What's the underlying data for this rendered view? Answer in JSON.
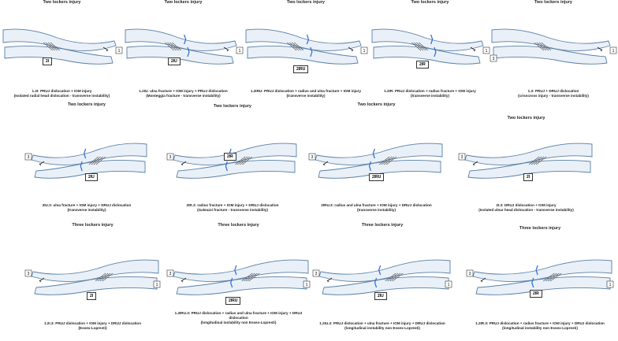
{
  "colors": {
    "bone_fill": "#e9f0f8",
    "bone_stroke": "#5b7fa6",
    "injury_blue": "#2e6fd1",
    "membrane": "#444444",
    "text": "#222222"
  },
  "panels": [
    {
      "title": "Two lockers injury",
      "code": "2I",
      "side": "1",
      "caption1": "1.2I: PRUJ dislocation + IOM injury",
      "caption2": "(Isolated radial head dislocation - transverse instability)",
      "caption3": ""
    },
    {
      "title": "Two lockers injury",
      "code": "2IU",
      "side": "1",
      "caption1": "1.2IU: ulna fracture + IOM injury + PRUJ dislocation",
      "caption2": "(Monteggia fracture - transverse instability)",
      "caption3": ""
    },
    {
      "title": "Two lockers injury",
      "code": "2IRU",
      "side": "1",
      "caption1": "1.2IRU: PRUJ dislocation + radius and ulna fracture + IOM injury",
      "caption2": "(transverse instability)",
      "caption3": ""
    },
    {
      "title": "Two lockers injury",
      "code": "2IR",
      "side": "1",
      "caption1": "1.2IR: PRUJ dislocation + radius fracture + IOM injury",
      "caption2": "(transverse instability)",
      "caption3": ""
    },
    {
      "title": "Two lockers injury",
      "code": "",
      "side": "1",
      "side2": "3",
      "caption1": "1.3: PRUJ + DRUJ dislocation",
      "caption2": "(crisscross injury - transverse instability)",
      "caption3": ""
    },
    {
      "title": "Two lockers injury",
      "code": "2IU",
      "side": "3",
      "caption1": "2IU.3: ulna fracture + IOM injury + DRUJ dislocation",
      "caption2": "(transverse instability)",
      "caption3": ""
    },
    {
      "title": "Two lockers injury",
      "code": "2IR",
      "side": "3",
      "caption1": "2IR.3: radius fracture + IOM injury + DRUJ dislocation",
      "caption2": "(Galeazzi fracture - transverse instability)",
      "caption3": ""
    },
    {
      "title": "Two lockers injury",
      "code": "2IRU",
      "side": "3",
      "caption1": "2IRU.3: radius and ulna fracture + IOM injury + DRUJ dislocation",
      "caption2": "(transverse instability)",
      "caption3": ""
    },
    {
      "title": "Two lockers injury",
      "code": "2I",
      "side": "3",
      "caption1": "2I.3: DRUJ dislocation + IOM injury",
      "caption2": "(Isolated ulnar head dislocation - transverse instability)",
      "caption3": ""
    },
    {
      "title": "Three lockers injury",
      "code": "2I",
      "side": "3",
      "side2": "1",
      "caption1": "1.2I.3: PRUJ dislocation + IOM injury + DRUJ dislocation",
      "caption2": "(Essex-Lopresti)",
      "caption3": ""
    },
    {
      "title": "Three lockers injury",
      "code": "2IRU",
      "side": "3",
      "side2": "1",
      "caption1": "1.2IRU.3: PRUJ dislocation + radius and ulna fracture + IOM injury + DRUJ",
      "caption2": "dislocation",
      "caption3": "(longitudinal instability non Essex-Lopresti)"
    },
    {
      "title": "Three lockers injury",
      "code": "2IU",
      "side": "3",
      "side2": "1",
      "caption1": "1.2IU.3: PRUJ dislocation + ulna fracture + IOM injury + DRUJ dislocation",
      "caption2": "(longitudinal instability non Essex-Lopresti)",
      "caption3": ""
    },
    {
      "title": "Three lockers injury",
      "code": "2IR",
      "side": "3",
      "side2": "1",
      "caption1": "1.2IR.3: PRUJ dislocation + radius fracture + IOM injury + DRUJ dislocation",
      "caption2": "(longitudinal instability non Essex-Lopresti)",
      "caption3": ""
    }
  ]
}
